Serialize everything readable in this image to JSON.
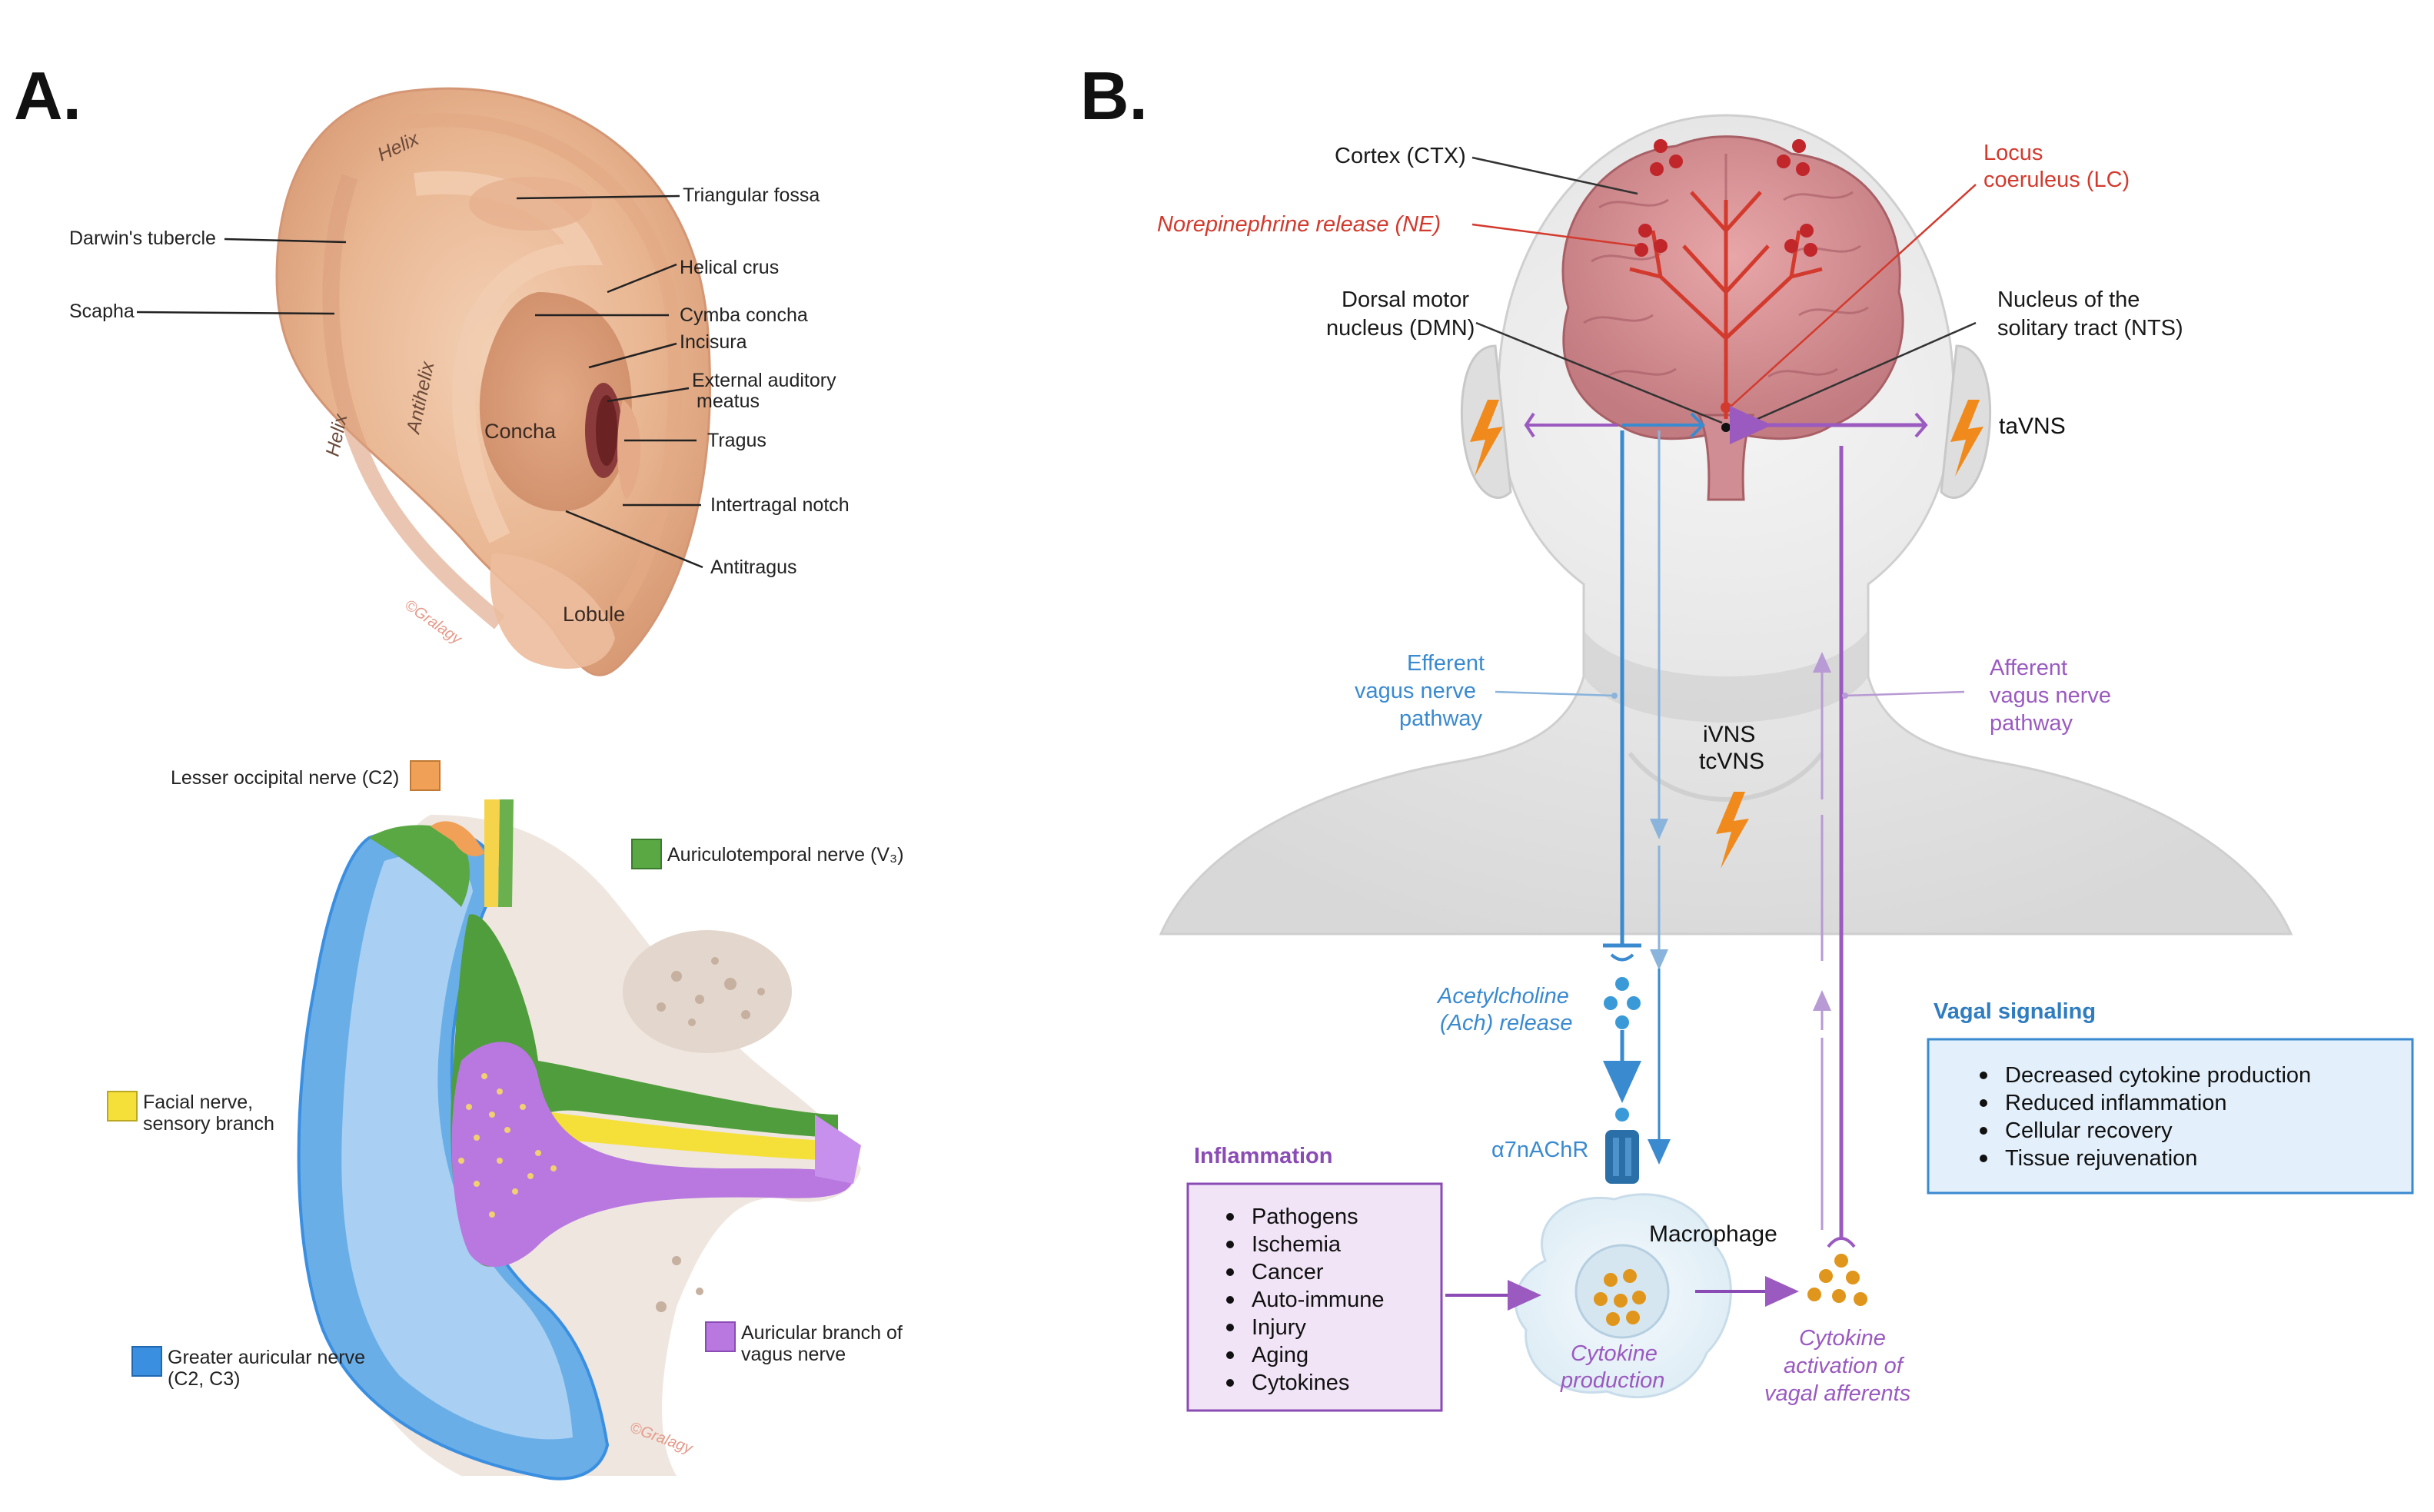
{
  "panel_a": {
    "letter": "A.",
    "ear_labels": {
      "helix_top": "Helix",
      "triangular_fossa": "Triangular fossa",
      "darwins_tubercle": "Darwin's tubercle",
      "helical_crus": "Helical crus",
      "scapha": "Scapha",
      "cymba_concha": "Cymba concha",
      "incisura": "Incisura",
      "antihelix": "Antihelix",
      "external_auditory_meatus_1": "External auditory",
      "external_auditory_meatus_2": "meatus",
      "helix_side": "Helix",
      "concha": "Concha",
      "tragus": "Tragus",
      "intertragal_notch": "Intertragal notch",
      "antitragus": "Antitragus",
      "lobule": "Lobule",
      "signature": "©Gralagy"
    },
    "nerve_labels": {
      "lesser_occipital": "Lesser occipital nerve (C2)",
      "auriculotemporal": "Auriculotemporal nerve (V₃)",
      "facial_1": "Facial nerve,",
      "facial_2": "sensory branch",
      "greater_auricular_1": "Greater auricular nerve",
      "greater_auricular_2": "(C2, C3)",
      "auricular_vagus_1": "Auricular branch of",
      "auricular_vagus_2": "vagus nerve",
      "signature": "©Gralagy"
    },
    "nerve_colors": {
      "lesser_occipital": "#f0a057",
      "auriculotemporal": "#5aa844",
      "facial": "#f5e03a",
      "greater_auricular": "#3b8fe0",
      "auricular_vagus": "#b878e0"
    }
  },
  "panel_b": {
    "letter": "B.",
    "labels": {
      "cortex": "Cortex (CTX)",
      "locus_1": "Locus",
      "locus_2": "coeruleus (LC)",
      "norepinephrine": "Norepinephrine release (NE)",
      "dmn_1": "Dorsal motor",
      "dmn_2": "nucleus (DMN)",
      "nts_1": "Nucleus of the",
      "nts_2": "solitary tract (NTS)",
      "tavns": "taVNS",
      "efferent_1": "Efferent",
      "efferent_2": "vagus nerve",
      "efferent_3": "pathway",
      "afferent_1": "Afferent",
      "afferent_2": "vagus nerve",
      "afferent_3": "pathway",
      "ivns": "iVNS",
      "tcvns": "tcVNS",
      "ach_1": "Acetylcholine",
      "ach_2": "(Ach) release",
      "a7nachr": "α7nAChR",
      "macrophage": "Macrophage",
      "cytokine_prod_1": "Cytokine",
      "cytokine_prod_2": "production",
      "cytokine_act_1": "Cytokine",
      "cytokine_act_2": "activation of",
      "cytokine_act_3": "vagal afferents"
    },
    "inflammation": {
      "title": "Inflammation",
      "items": [
        "Pathogens",
        "Ischemia",
        "Cancer",
        "Auto-immune",
        "Injury",
        "Aging",
        "Cytokines"
      ]
    },
    "vagal_signaling": {
      "title": "Vagal signaling",
      "items": [
        "Decreased cytokine production",
        "Reduced inflammation",
        "Cellular recovery",
        "Tissue rejuvenation"
      ]
    },
    "colors": {
      "efferent": "#3a8ad0",
      "afferent": "#9a5ac0",
      "red": "#d33a2e",
      "lightning": "#f08a1c"
    }
  }
}
